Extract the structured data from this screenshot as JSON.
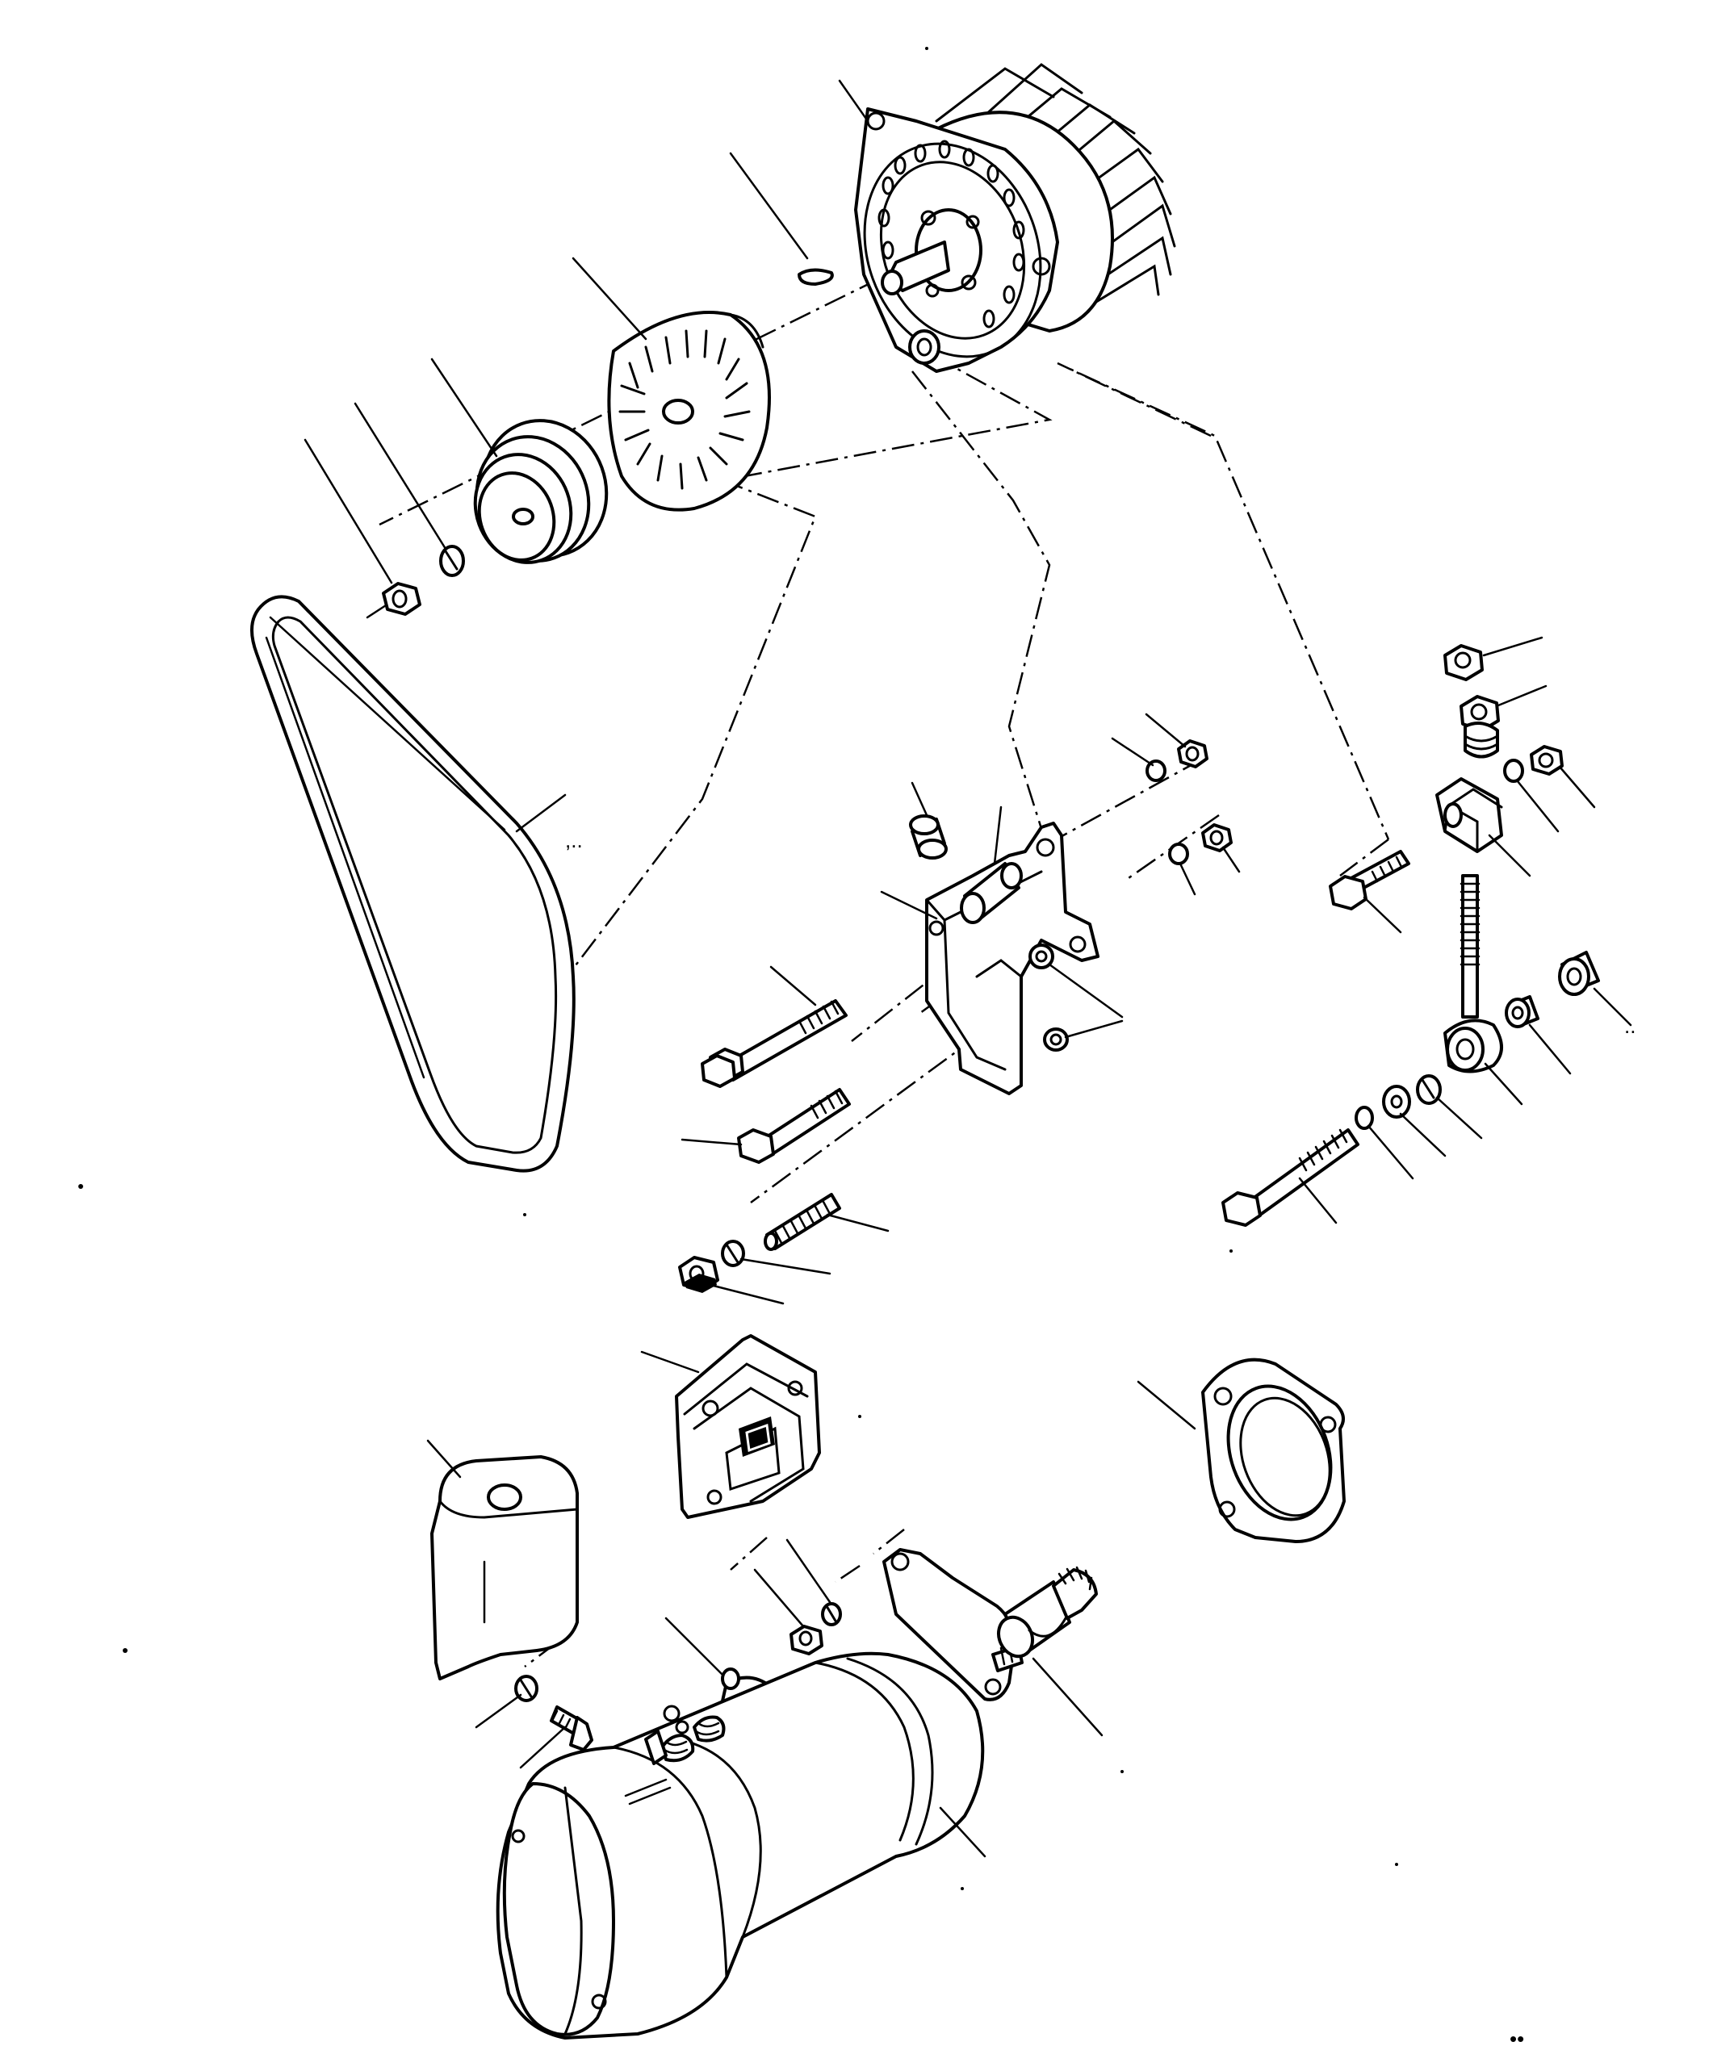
{
  "diagram": {
    "type": "exploded-parts-drawing",
    "stroke_color": "#000000",
    "background_color": "#ffffff",
    "page_marks": [
      ",..",
      "..",
      "••"
    ],
    "parts": [
      "alternator",
      "key",
      "fan",
      "pulley",
      "lock-washer",
      "nut",
      "v-belt",
      "mounting-bracket",
      "spacer",
      "tension-block",
      "adjusting-rod",
      "bolt",
      "stud",
      "relay-cover",
      "regulator-plate",
      "flange-gasket",
      "starter-motor",
      "pinion-drive",
      "solenoid-cap"
    ]
  }
}
